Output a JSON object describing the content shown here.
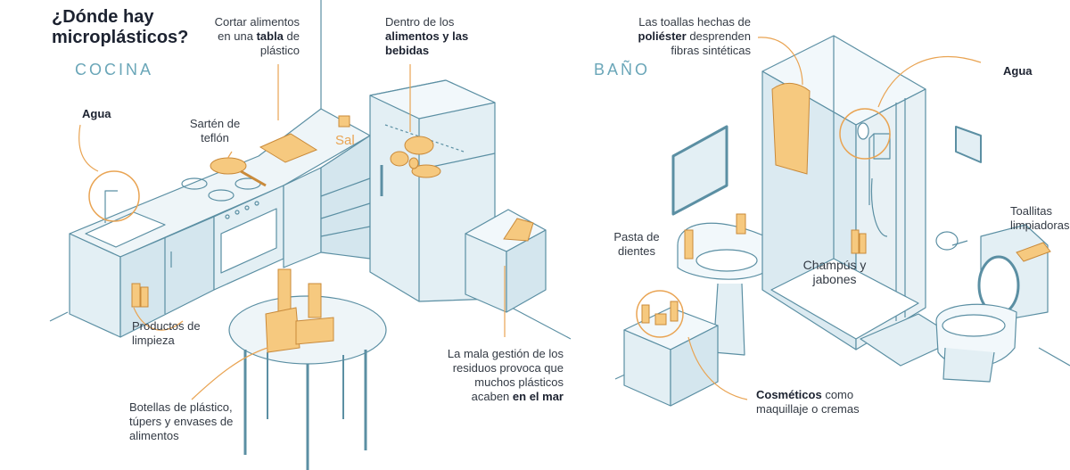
{
  "title": "¿Dónde hay microplásticos?",
  "sections": {
    "kitchen": "COCINA",
    "bathroom": "BAÑO"
  },
  "labels": {
    "agua_kitchen": "Agua",
    "sarten": "Sartén de teflón",
    "cortar_pre": "Cortar alimentos en una",
    "cortar_bold": "tabla",
    "cortar_post": "de plástico",
    "sal": "Sal",
    "dentro_pre": "Dentro de los",
    "dentro_bold": "alimentos y las bebidas",
    "productos": "Productos de limpieza",
    "botellas": "Botellas de plástico, túpers y envases de alimentos",
    "mala_pre": "La mala gestión de los residuos provoca que muchos plásticos acaben",
    "mala_bold": "en el mar",
    "toallas_pre": "Las toallas hechas de",
    "toallas_bold": "poliéster",
    "toallas_post": "desprenden fibras sintéticas",
    "agua_bath": "Agua",
    "pasta": "Pasta de dientes",
    "champus": "Champús y jabones",
    "toallitas": "Toallitas limpiadoras",
    "cosmeticos_bold": "Cosméticos",
    "cosmeticos_post": "como maquillaje o cremas"
  },
  "colors": {
    "line": "#5b8fa3",
    "fill": "#e3eff4",
    "fill_dark": "#c9dfe8",
    "accent": "#e9a453",
    "accent_fill": "#f6c97f",
    "text": "#333a44"
  }
}
